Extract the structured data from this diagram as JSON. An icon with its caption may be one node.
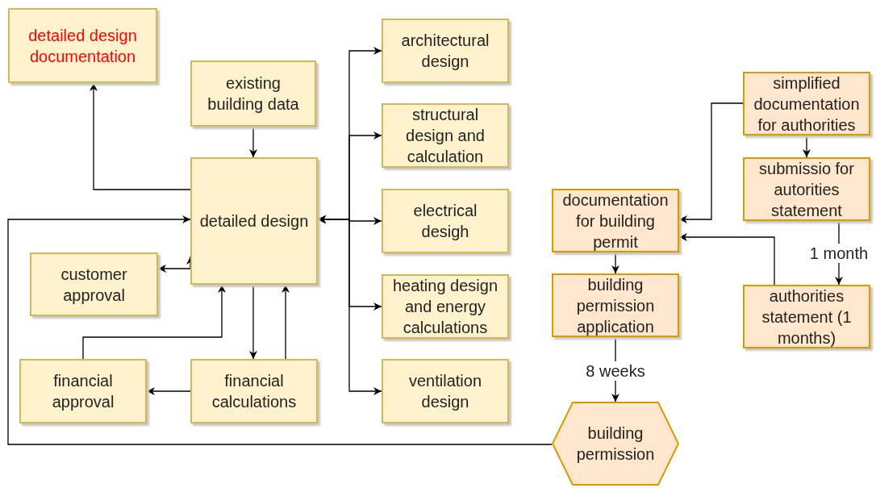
{
  "diagram": {
    "nodes": [
      {
        "text": [
          "detailed design documentation"
        ]
      },
      {
        "text": [
          "existing building data"
        ]
      },
      {
        "text": [
          "detailed design"
        ]
      },
      {
        "text": [
          "customer approval"
        ]
      },
      {
        "text": [
          "financial approval"
        ]
      },
      {
        "text": [
          "financial calculations"
        ]
      },
      {
        "text": [
          "architectural design"
        ]
      },
      {
        "text": [
          "structural design and calculation"
        ]
      },
      {
        "text": [
          "electrical desigh"
        ]
      },
      {
        "text": [
          "heating design and energy calculations"
        ]
      },
      {
        "text": [
          "ventilation design"
        ]
      },
      {
        "text": [
          "simplified documentation for authorities"
        ]
      },
      {
        "text": [
          "documentation for building permit"
        ]
      },
      {
        "text": [
          "submissio for autorities statement"
        ]
      },
      {
        "text": [
          "building permission application"
        ]
      },
      {
        "text": [
          "authorities statement (1 months)"
        ]
      },
      {
        "text": [
          "building permission"
        ]
      }
    ],
    "edges": [
      {
        "from": 2,
        "to": 0,
        "arrow": "to"
      },
      {
        "from": 1,
        "to": 2,
        "arrow": "to"
      },
      {
        "from": 3,
        "to": 2,
        "arrow": "both"
      },
      {
        "from": 2,
        "to": 5,
        "arrow": "to"
      },
      {
        "from": 5,
        "to": 2,
        "arrow": "to"
      },
      {
        "from": 4,
        "to": 2,
        "arrow": "to"
      },
      {
        "from": 5,
        "to": 4,
        "arrow": "to"
      },
      {
        "from": 2,
        "to": 6,
        "arrow": "both"
      },
      {
        "from": 2,
        "to": 7,
        "arrow": "both"
      },
      {
        "from": 2,
        "to": 8,
        "arrow": "both"
      },
      {
        "from": 2,
        "to": 9,
        "arrow": "both"
      },
      {
        "from": 2,
        "to": 10,
        "arrow": "both"
      },
      {
        "from": 16,
        "to": 2,
        "arrow": "to"
      },
      {
        "from": 11,
        "to": 12,
        "arrow": "to"
      },
      {
        "from": 11,
        "to": 13,
        "arrow": "to"
      },
      {
        "from": 13,
        "to": 15,
        "arrow": "to",
        "label": "1 month"
      },
      {
        "from": 15,
        "to": 12,
        "arrow": "to"
      },
      {
        "from": 12,
        "to": 14,
        "arrow": "to"
      },
      {
        "from": 14,
        "to": 16,
        "arrow": "to",
        "label": "8 weeks"
      }
    ]
  }
}
